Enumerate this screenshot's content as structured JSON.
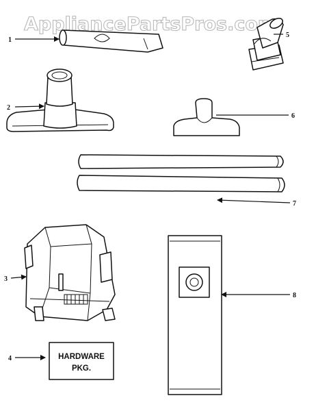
{
  "watermark": "AppliancePartsPros.com",
  "callouts": [
    {
      "id": "1"
    },
    {
      "id": "2"
    },
    {
      "id": "3"
    },
    {
      "id": "4"
    },
    {
      "id": "5"
    },
    {
      "id": "6"
    },
    {
      "id": "7"
    },
    {
      "id": "8"
    }
  ],
  "hardware_label": {
    "line1": "HARDWARE",
    "line2": "PKG."
  }
}
